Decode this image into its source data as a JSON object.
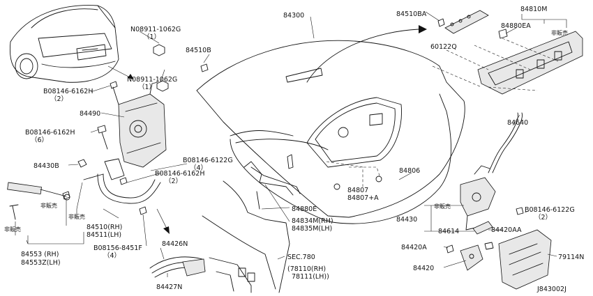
{
  "diagram_id": "J843002J",
  "labels": [
    {
      "key": "p08911_1",
      "text": "N08911-1062G"
    },
    {
      "key": "p08911_1q",
      "text": "（1）"
    },
    {
      "key": "p08911_2",
      "text": "N08911-1062G"
    },
    {
      "key": "p08911_2q",
      "text": "（1）"
    },
    {
      "key": "p08146_6162H_a",
      "text": "B08146-6162H"
    },
    {
      "key": "p08146_6162H_aq",
      "text": "（2）"
    },
    {
      "key": "p84490",
      "text": "84490"
    },
    {
      "key": "p08146_6162H_b",
      "text": "B08146-6162H"
    },
    {
      "key": "p08146_6162H_bq",
      "text": "（6）"
    },
    {
      "key": "p84430B",
      "text": "84430B"
    },
    {
      "key": "p08146_6162H_c",
      "text": "B08146-6162H"
    },
    {
      "key": "p08146_6162H_cq",
      "text": "（2）"
    },
    {
      "key": "p08146_6122G_a",
      "text": "B08146-6122G"
    },
    {
      "key": "p08146_6122G_aq",
      "text": "（4）"
    },
    {
      "key": "p84300",
      "text": "84300"
    },
    {
      "key": "p84510B",
      "text": "84510B"
    },
    {
      "key": "p84510BA",
      "text": "84510BA"
    },
    {
      "key": "p60122Q",
      "text": "60122Q"
    },
    {
      "key": "p84810M",
      "text": "84810M"
    },
    {
      "key": "p84880EA",
      "text": "84880EA"
    },
    {
      "key": "nfs_top",
      "text": "非販売"
    },
    {
      "key": "p84640",
      "text": "84640"
    },
    {
      "key": "p84806",
      "text": "84806"
    },
    {
      "key": "p84807",
      "text": "84807"
    },
    {
      "key": "p84807A",
      "text": "84807+A"
    },
    {
      "key": "p84880E",
      "text": "84880E"
    },
    {
      "key": "p84834",
      "text": "84834M(RH)"
    },
    {
      "key": "p84835",
      "text": "84835M(LH)"
    },
    {
      "key": "pSEC780",
      "text": "SEC.780"
    },
    {
      "key": "p78110",
      "text": "(78110(RH)"
    },
    {
      "key": "p78111",
      "text": "78111(LH))"
    },
    {
      "key": "p84426N",
      "text": "84426N"
    },
    {
      "key": "p84427N",
      "text": "84427N"
    },
    {
      "key": "p08156",
      "text": "B08156-8451F"
    },
    {
      "key": "p08156q",
      "text": "（4）"
    },
    {
      "key": "p84510",
      "text": "84510(RH)"
    },
    {
      "key": "p84511",
      "text": "84511(LH)"
    },
    {
      "key": "nfs_l1",
      "text": "非販売"
    },
    {
      "key": "nfs_l2",
      "text": "非販売"
    },
    {
      "key": "nfs_l3",
      "text": "非販売"
    },
    {
      "key": "p84553",
      "text": "84553 (RH)"
    },
    {
      "key": "p84553Z",
      "text": "84553Z(LH)"
    },
    {
      "key": "nfs_r",
      "text": "非販売"
    },
    {
      "key": "p84430",
      "text": "84430"
    },
    {
      "key": "p84614",
      "text": "84614"
    },
    {
      "key": "p08146_6122G_b",
      "text": "B08146-6122G"
    },
    {
      "key": "p08146_6122G_bq",
      "text": "（2）"
    },
    {
      "key": "p84420AA",
      "text": "84420AA"
    },
    {
      "key": "p84420A",
      "text": "84420A"
    },
    {
      "key": "p84420",
      "text": "84420"
    },
    {
      "key": "p79114N",
      "text": "79114N"
    }
  ]
}
